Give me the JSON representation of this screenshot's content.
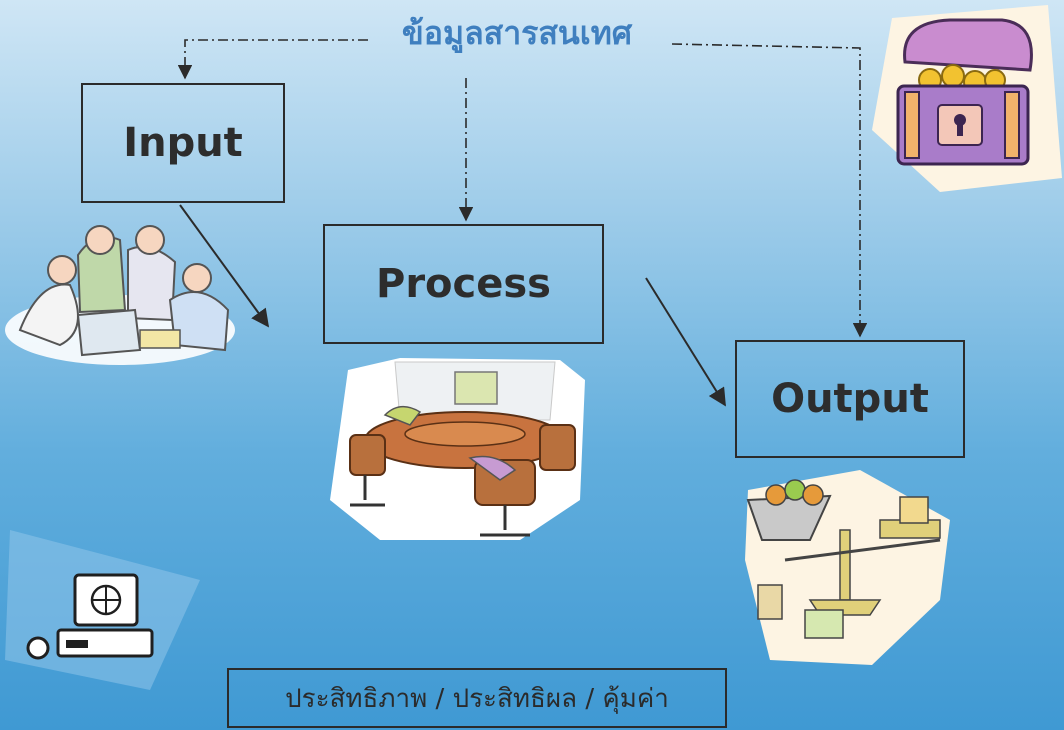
{
  "diagram": {
    "title": "ข้อมูลสารสนเทศ",
    "nodes": {
      "input": "Input",
      "process": "Process",
      "output": "Output"
    },
    "footer": "ประสิทธิภาพ / ประสิทธิผล / คุ้มค่า"
  },
  "colors": {
    "title": "#3f7fbf",
    "border": "#2b2b2b",
    "background_top": "#cfe6f5",
    "background_bottom": "#3f99d3"
  },
  "icons": [
    "treasure-chest-icon",
    "business-team-icon",
    "meeting-room-icon",
    "fruit-scale-icon",
    "computer-icon"
  ]
}
